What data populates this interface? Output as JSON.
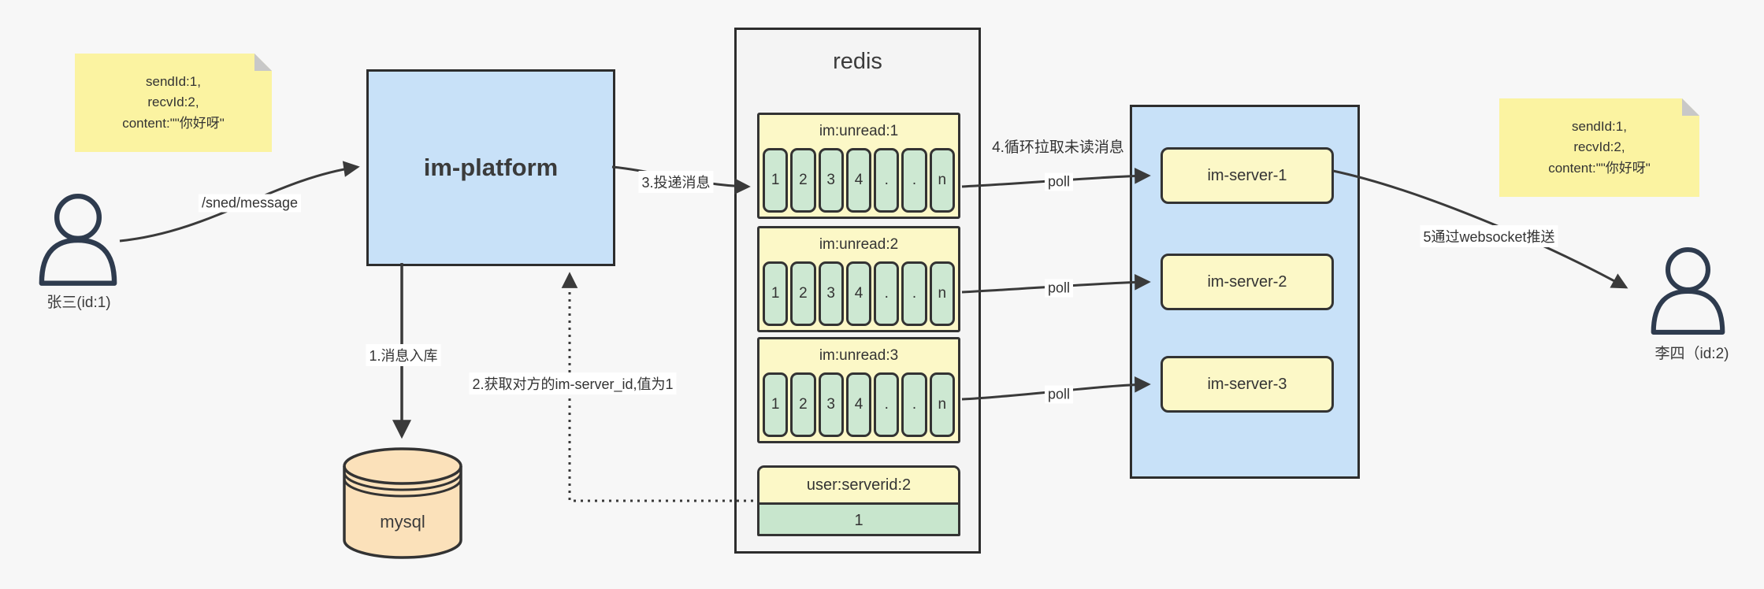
{
  "diagram": {
    "colors": {
      "background": "#f7f7f7",
      "note_yellow": "#fbf3a1",
      "node_blue": "#c8e1f8",
      "panel_gray": "#f4f4f4",
      "header_yellow": "#fcf8c7",
      "cell_green": "#cde8d2",
      "db_peach": "#fbe1ba",
      "line_dark": "#3a3a3a"
    }
  },
  "sender": {
    "label": "张三(id:1)",
    "note": "sendId:1,\nrecvId:2,\ncontent:\"\"你好呀\""
  },
  "receiver": {
    "label": "李四（id:2)",
    "note": "sendId:1,\nrecvId:2,\ncontent:\"\"你好呀\""
  },
  "platform": {
    "label": "im-platform"
  },
  "database": {
    "label": "mysql"
  },
  "redis": {
    "title": "redis",
    "queues": [
      {
        "title": "im:unread:1",
        "cells": [
          "1",
          "2",
          "3",
          "4",
          ".",
          ".",
          "n"
        ]
      },
      {
        "title": "im:unread:2",
        "cells": [
          "1",
          "2",
          "3",
          "4",
          ".",
          ".",
          "n"
        ]
      },
      {
        "title": "im:unread:3",
        "cells": [
          "1",
          "2",
          "3",
          "4",
          ".",
          ".",
          "n"
        ]
      }
    ],
    "mapping": {
      "title": "user:serverid:2",
      "value": "1"
    }
  },
  "cluster": {
    "servers": [
      "im-server-1",
      "im-server-2",
      "im-server-3"
    ]
  },
  "labels": {
    "send_api": "/sned/message",
    "step1": "1.消息入库",
    "step2": "2.获取对方的im-server_id,值为1",
    "step3": "3.投递消息",
    "step4": "4.循环拉取未读消息",
    "poll": "poll",
    "step5": "5通过websocket推送"
  }
}
